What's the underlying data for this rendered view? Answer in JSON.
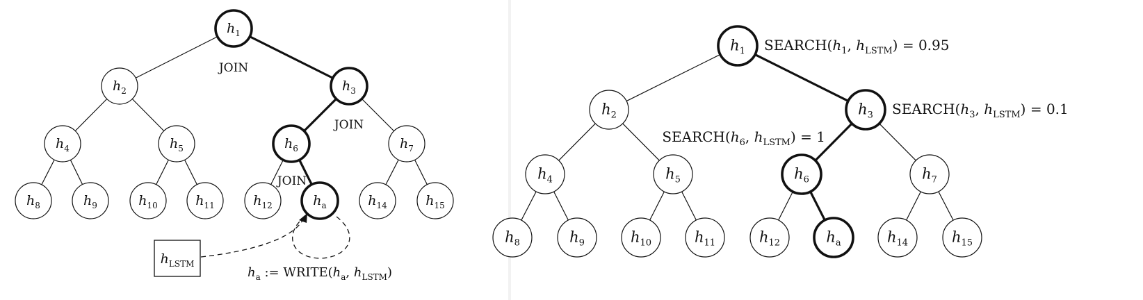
{
  "left": {
    "nodes": [
      {
        "id": "h1",
        "base": "h",
        "sub": "1",
        "path": true
      },
      {
        "id": "h2",
        "base": "h",
        "sub": "2",
        "path": false
      },
      {
        "id": "h3",
        "base": "h",
        "sub": "3",
        "path": true
      },
      {
        "id": "h4",
        "base": "h",
        "sub": "4",
        "path": false
      },
      {
        "id": "h5",
        "base": "h",
        "sub": "5",
        "path": false
      },
      {
        "id": "h6",
        "base": "h",
        "sub": "6",
        "path": true
      },
      {
        "id": "h7",
        "base": "h",
        "sub": "7",
        "path": false
      },
      {
        "id": "h8",
        "base": "h",
        "sub": "8",
        "path": false
      },
      {
        "id": "h9",
        "base": "h",
        "sub": "9",
        "path": false
      },
      {
        "id": "h10",
        "base": "h",
        "sub": "10",
        "path": false
      },
      {
        "id": "h11",
        "base": "h",
        "sub": "11",
        "path": false
      },
      {
        "id": "h12",
        "base": "h",
        "sub": "12",
        "path": false
      },
      {
        "id": "ha",
        "base": "h",
        "sub": "a",
        "path": true
      },
      {
        "id": "h14",
        "base": "h",
        "sub": "14",
        "path": false
      },
      {
        "id": "h15",
        "base": "h",
        "sub": "15",
        "path": false
      }
    ],
    "join_labels": [
      "JOIN",
      "JOIN",
      "JOIN"
    ],
    "lstm_box": {
      "base": "h",
      "sub": "LSTM"
    },
    "write_caption": {
      "lhs": "h",
      "lhs_sub": "a",
      "op": " := WRITE(",
      "arg1": "h",
      "arg1_sub": "a",
      "sep": ", ",
      "arg2": "h",
      "arg2_sub": "LSTM",
      "close": ")"
    }
  },
  "right": {
    "nodes": [
      {
        "id": "h1",
        "base": "h",
        "sub": "1",
        "path": true
      },
      {
        "id": "h2",
        "base": "h",
        "sub": "2",
        "path": false
      },
      {
        "id": "h3",
        "base": "h",
        "sub": "3",
        "path": true
      },
      {
        "id": "h4",
        "base": "h",
        "sub": "4",
        "path": false
      },
      {
        "id": "h5",
        "base": "h",
        "sub": "5",
        "path": false
      },
      {
        "id": "h6",
        "base": "h",
        "sub": "6",
        "path": true
      },
      {
        "id": "h7",
        "base": "h",
        "sub": "7",
        "path": false
      },
      {
        "id": "h8",
        "base": "h",
        "sub": "8",
        "path": false
      },
      {
        "id": "h9",
        "base": "h",
        "sub": "9",
        "path": false
      },
      {
        "id": "h10",
        "base": "h",
        "sub": "10",
        "path": false
      },
      {
        "id": "h11",
        "base": "h",
        "sub": "11",
        "path": false
      },
      {
        "id": "h12",
        "base": "h",
        "sub": "12",
        "path": false
      },
      {
        "id": "ha",
        "base": "h",
        "sub": "a",
        "path": true
      },
      {
        "id": "h14",
        "base": "h",
        "sub": "14",
        "path": false
      },
      {
        "id": "h15",
        "base": "h",
        "sub": "15",
        "path": false
      }
    ],
    "search_labels": [
      {
        "node": "h1",
        "fn": "SEARCH(",
        "a": "h",
        "a_sub": "1",
        "sep": ", ",
        "b": "h",
        "b_sub": "LSTM",
        "tail": ") = 0.95"
      },
      {
        "node": "h3",
        "fn": "SEARCH(",
        "a": "h",
        "a_sub": "3",
        "sep": ", ",
        "b": "h",
        "b_sub": "LSTM",
        "tail": ") = 0.1"
      },
      {
        "node": "h6",
        "fn": "SEARCH(",
        "a": "h",
        "a_sub": "6",
        "sep": ", ",
        "b": "h",
        "b_sub": "LSTM",
        "tail": ") = 1"
      }
    ]
  }
}
